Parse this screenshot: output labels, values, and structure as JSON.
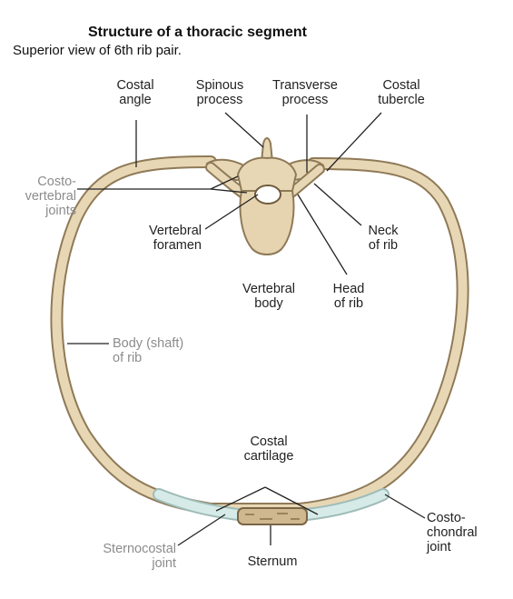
{
  "title": "Structure of a thoracic segment",
  "subtitle": "Superior view of 6th rib pair.",
  "labels": {
    "costal_angle": [
      "Costal",
      "angle"
    ],
    "spinous_process": [
      "Spinous",
      "process"
    ],
    "transverse_process": [
      "Transverse",
      "process"
    ],
    "costal_tubercle": [
      "Costal",
      "tubercle"
    ],
    "costovertebral_joints": [
      "Costo-",
      "vertebral",
      "joints"
    ],
    "vertebral_foramen": [
      "Vertebral",
      "foramen"
    ],
    "neck_of_rib": [
      "Neck",
      "of rib"
    ],
    "vertebral_body": [
      "Vertebral",
      "body"
    ],
    "head_of_rib": [
      "Head",
      "of rib"
    ],
    "body_shaft_of_rib": [
      "Body (shaft)",
      "of rib"
    ],
    "costal_cartilage": [
      "Costal",
      "cartilage"
    ],
    "costochondral_joint": [
      "Costo-",
      "chondral",
      "joint"
    ],
    "sternocostal_joint": [
      "Sternocostal",
      "joint"
    ],
    "sternum": [
      "Sternum"
    ]
  },
  "colors": {
    "bone": "#e8d7b5",
    "bone_outline": "#8f7a57",
    "cartilage": "#cde3e0",
    "leader": "#222222"
  }
}
